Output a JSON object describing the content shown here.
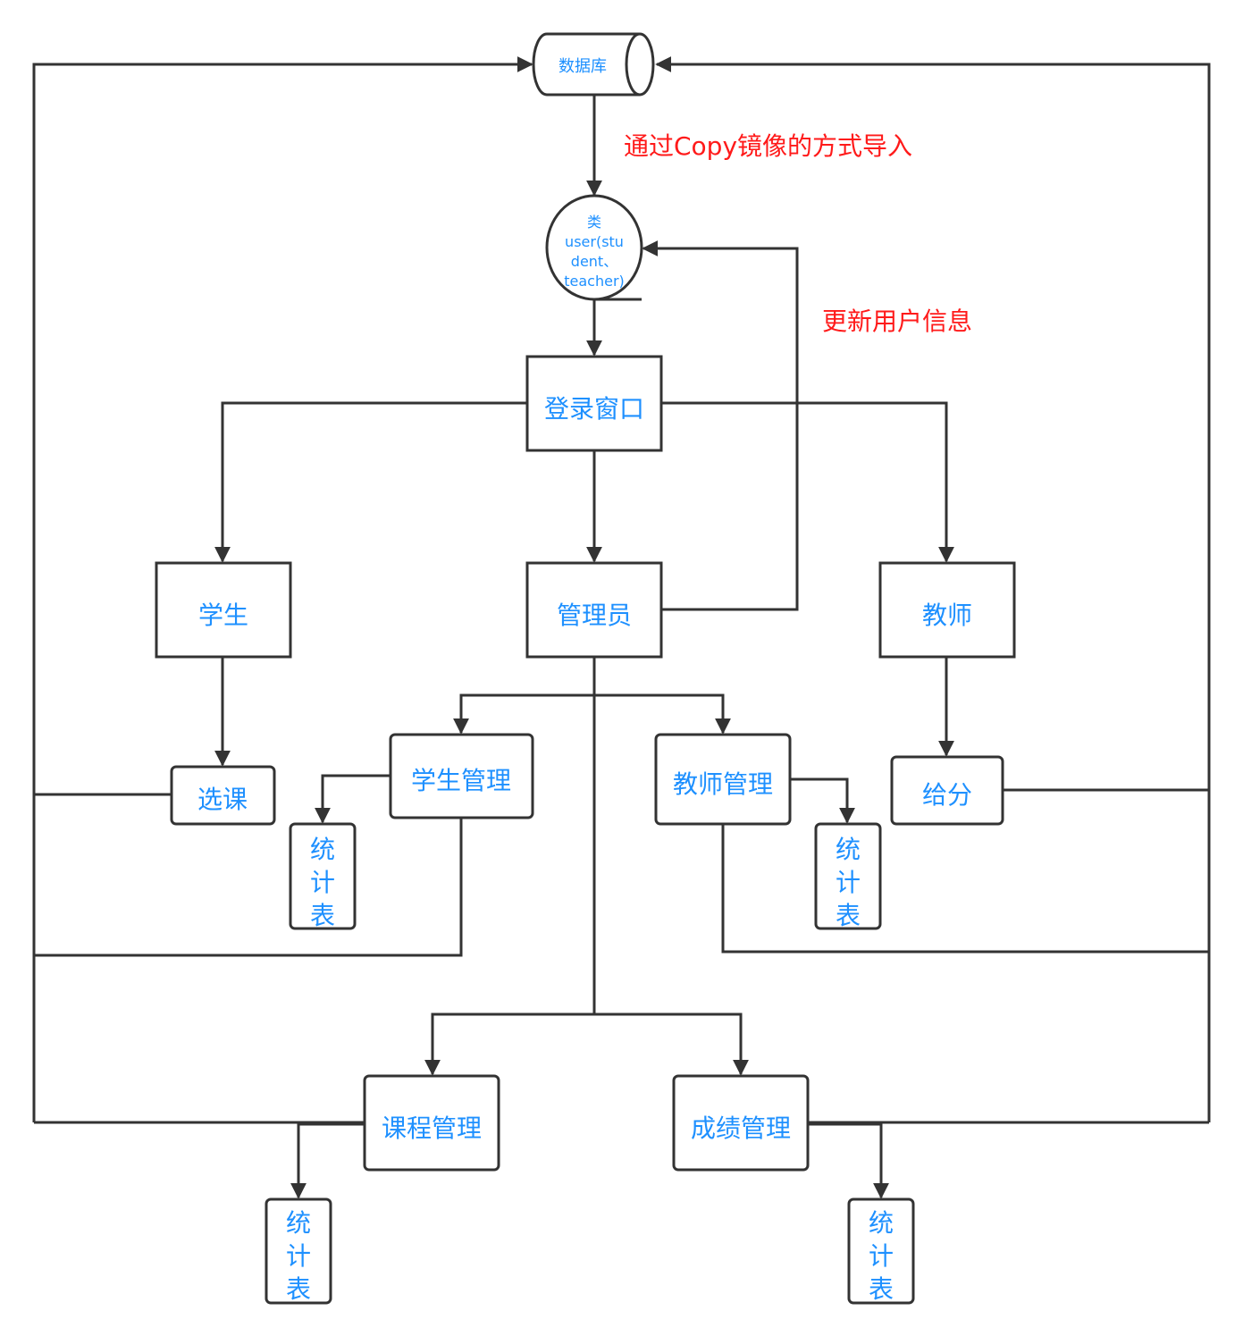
{
  "nodes": {
    "database": "数据库",
    "user_class": [
      "类",
      "user(stu",
      "dent、",
      "teacher)"
    ],
    "login": "登录窗口",
    "student": "学生",
    "admin": "管理员",
    "teacher": "教师",
    "select_course": "选课",
    "student_mgmt": "学生管理",
    "teacher_mgmt": "教师管理",
    "grading": "给分",
    "course_mgmt": "课程管理",
    "score_mgmt": "成绩管理",
    "stat_table_chars": [
      "统",
      "计",
      "表"
    ]
  },
  "annotations": {
    "import_note": "通过Copy镜像的方式导入",
    "update_note": "更新用户信息"
  },
  "colors": {
    "node_text": "#1e90ff",
    "annotation_text": "#ff1a1a",
    "line": "#333333"
  }
}
